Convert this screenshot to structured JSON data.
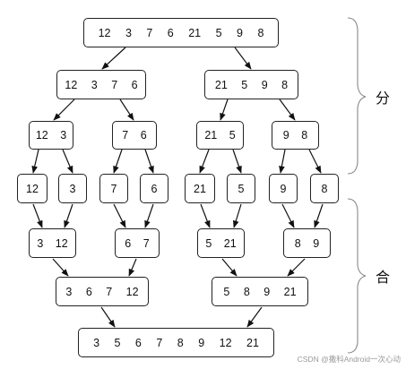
{
  "nodes": {
    "root": "12 3 7 6 21 5 9 8",
    "l1_left": "12 3 7 6",
    "l1_right": "21 5 9 8",
    "l2_a": "12 3",
    "l2_b": "7 6",
    "l2_c": "21 5",
    "l2_d": "9 8",
    "leaf_1": "12",
    "leaf_2": "3",
    "leaf_3": "7",
    "leaf_4": "6",
    "leaf_5": "21",
    "leaf_6": "5",
    "leaf_7": "9",
    "leaf_8": "8",
    "m1_a": "3 12",
    "m1_b": "6 7",
    "m1_c": "5 21",
    "m1_d": "8 9",
    "m2_left": "3 6 7 12",
    "m2_right": "5 8 9 21",
    "result": "3 5 6 7 8 9 12 21"
  },
  "labels": {
    "divide": "分",
    "merge": "合"
  },
  "watermark": "CSDN @撒科Android一次心动"
}
